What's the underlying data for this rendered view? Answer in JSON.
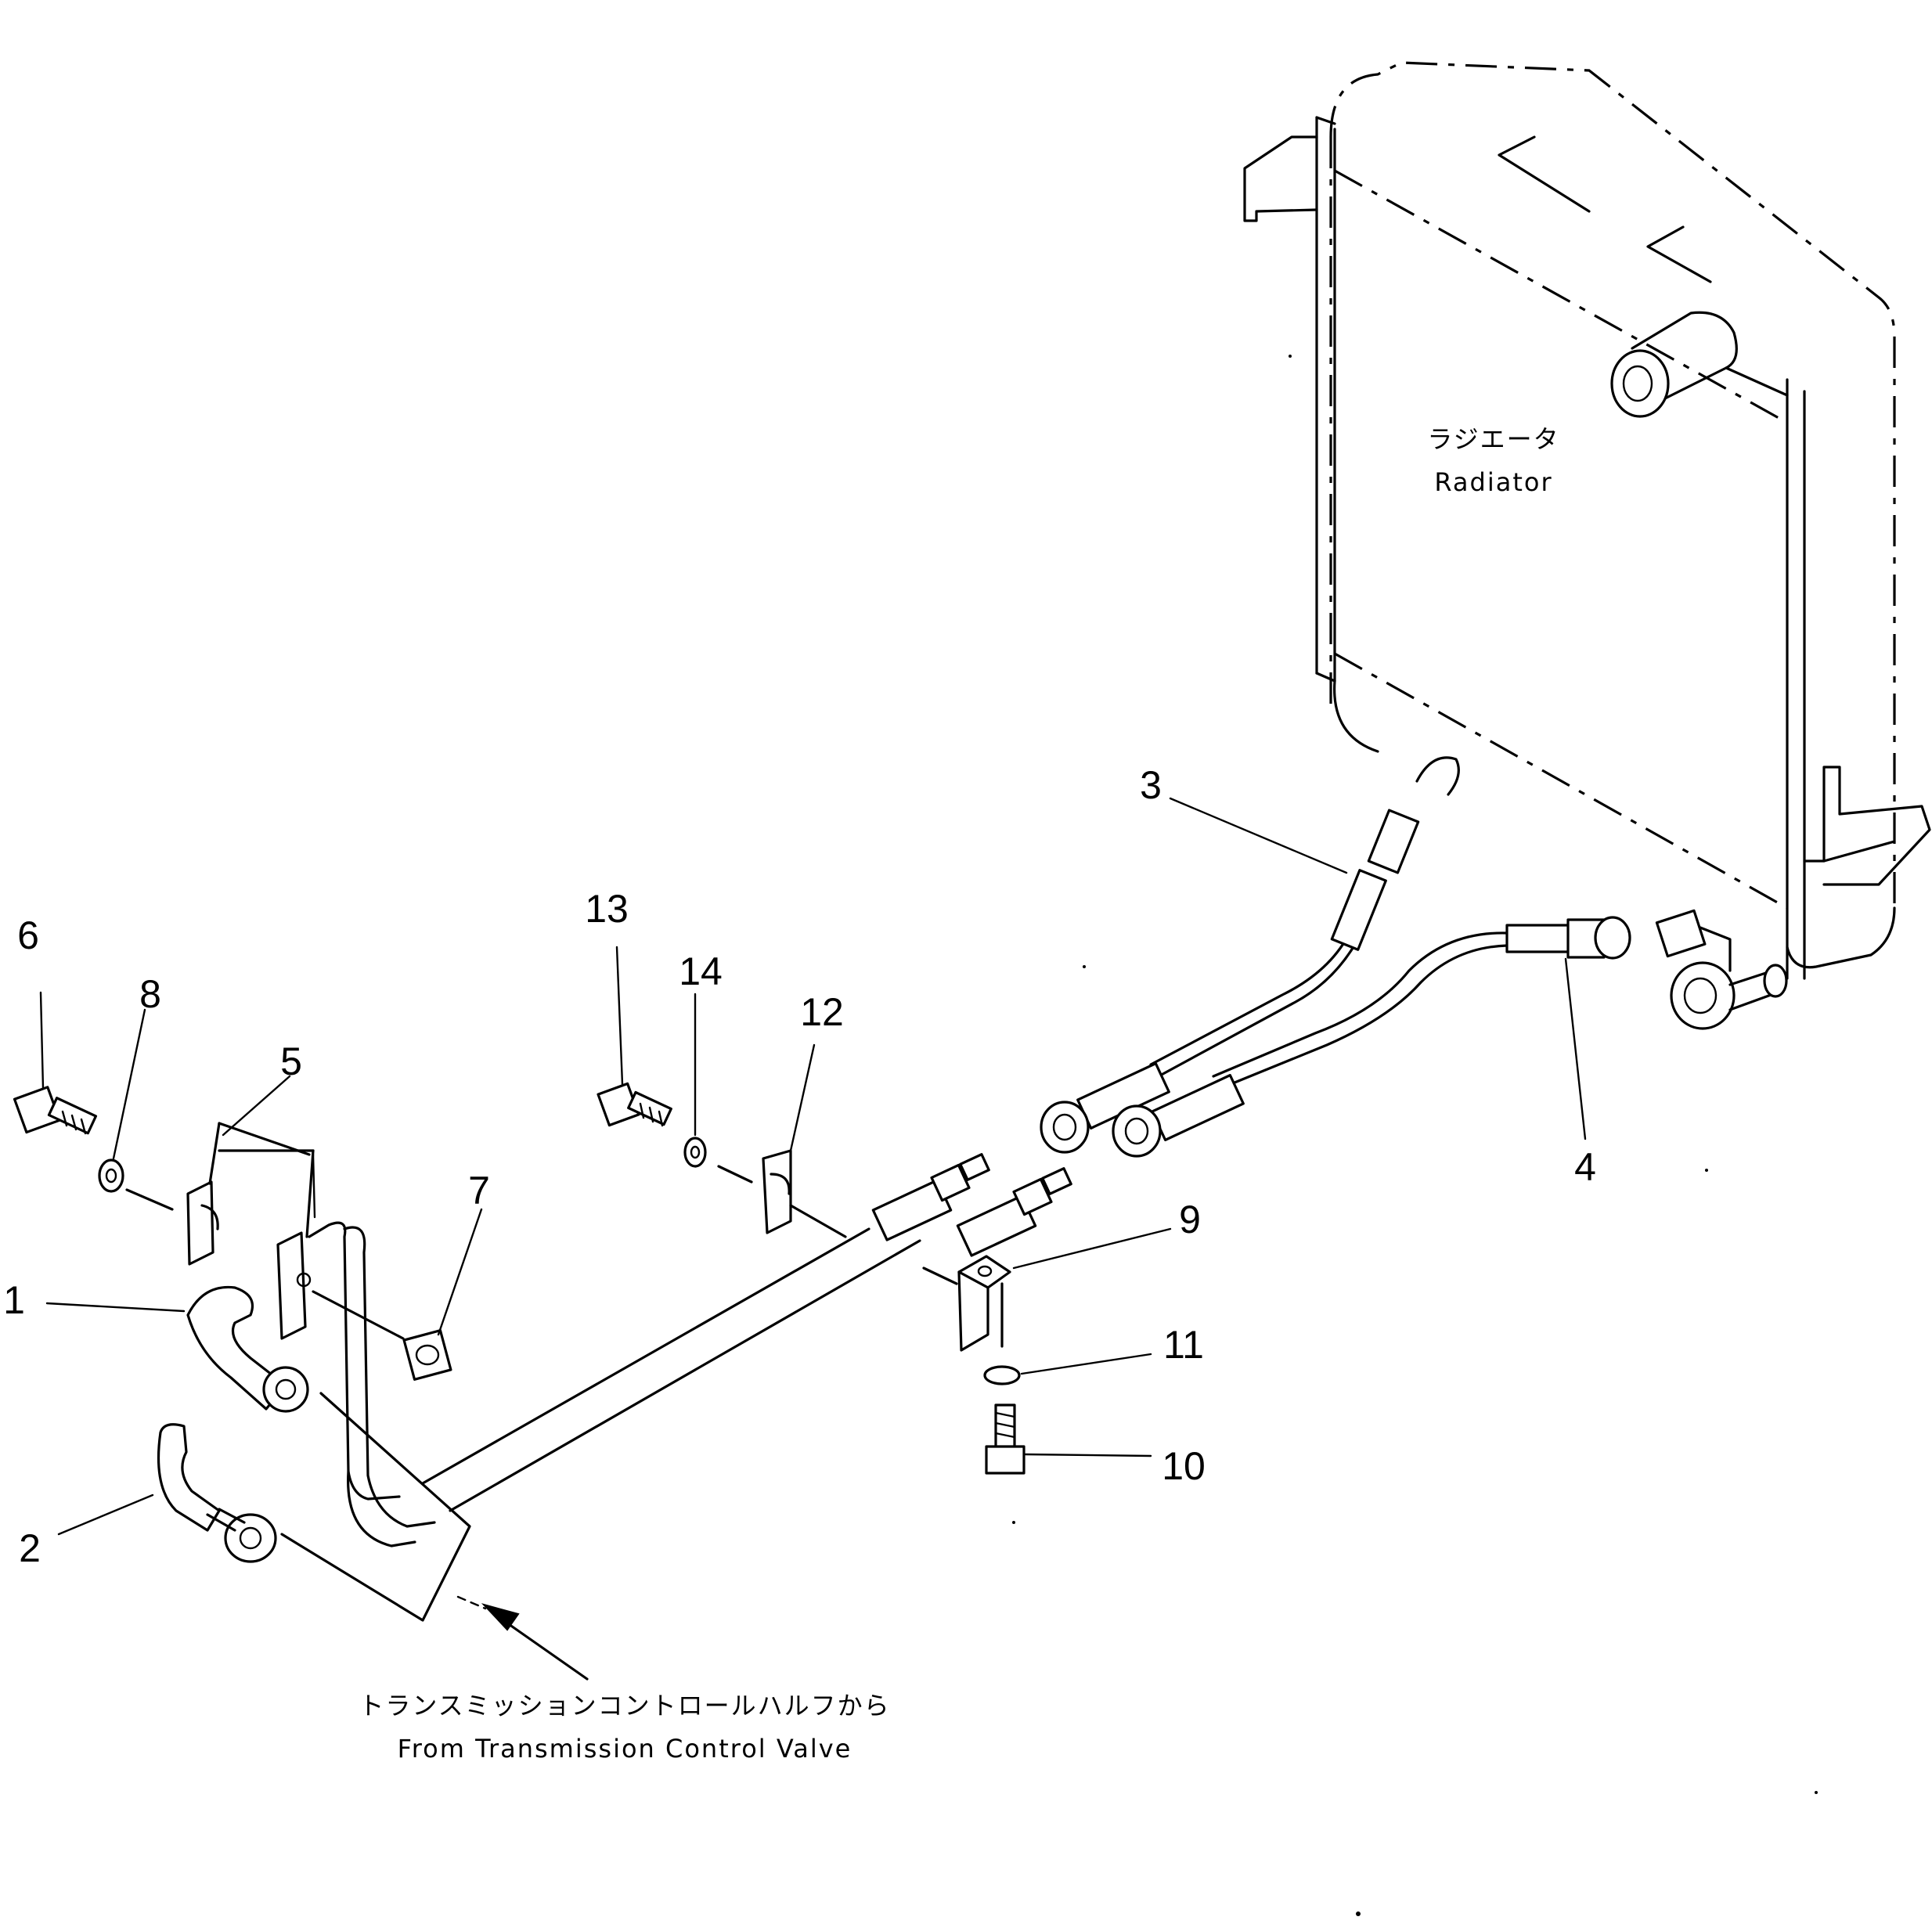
{
  "radiator": {
    "label_jp": "ラジエータ",
    "label_en": "Radiator"
  },
  "source": {
    "label_jp": "トランスミッションコントロールハルフから",
    "label_en": "From Transmission Control Valve"
  },
  "callouts": [
    "1",
    "2",
    "3",
    "4",
    "5",
    "6",
    "7",
    "8",
    "9",
    "10",
    "11",
    "12",
    "13",
    "14"
  ]
}
